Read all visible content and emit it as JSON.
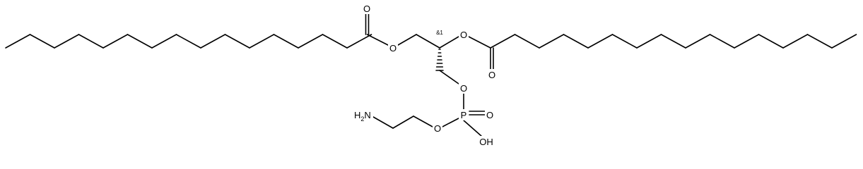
{
  "molecule": {
    "atom_labels": {
      "o_carbonyl_left": "O",
      "o_ester_left": "O",
      "o_ester_right": "O",
      "o_carbonyl_right": "O",
      "o_glycerol_phosphate": "O",
      "p": "P",
      "o_double_p": "O",
      "o_ethanolamine": "O",
      "oh": "OH",
      "nh2_n": "N",
      "nh2_h": "H",
      "nh2_sub": "2"
    },
    "stereo_label": "&1",
    "colors": {
      "bond": "#000000",
      "text": "#000000",
      "background": "#ffffff"
    }
  }
}
